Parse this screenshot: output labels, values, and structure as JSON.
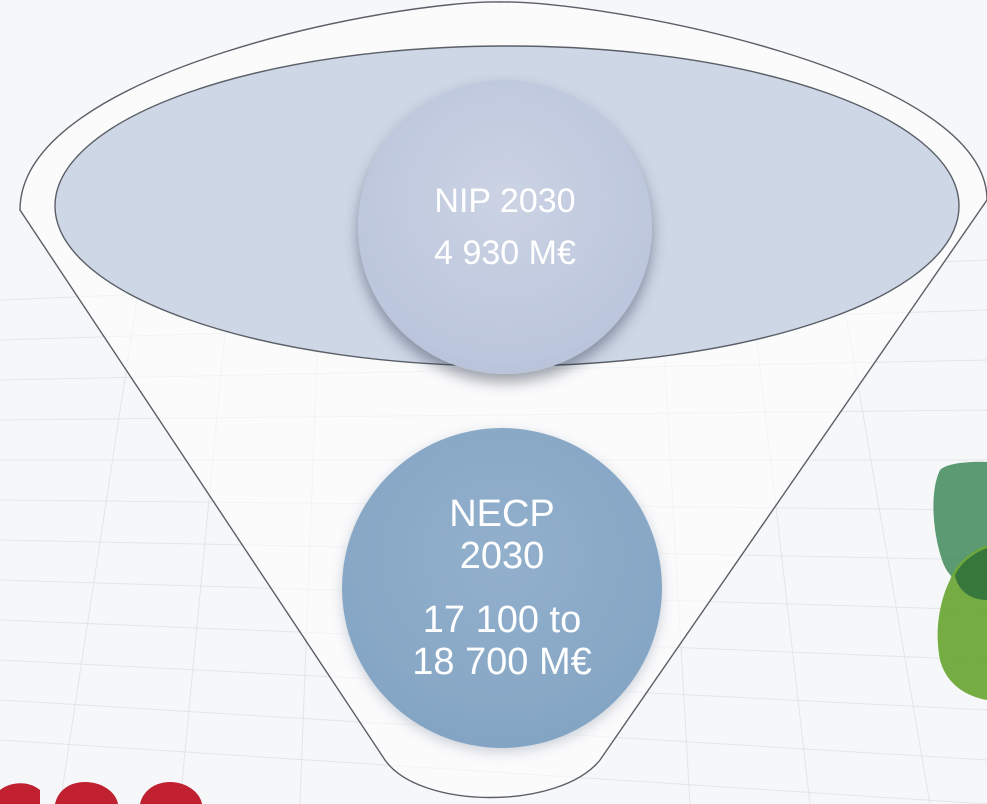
{
  "diagram": {
    "top_circle": {
      "line1": "NIP 2030",
      "line2": "4 930 M€"
    },
    "bottom_circle": {
      "line1": "NECP",
      "line2": "2030",
      "line3": "17 100 to",
      "line4": "18 700 M€"
    }
  },
  "colors": {
    "top_ellipse_fill": "#c9d3e3",
    "top_circle": "#bcc6dc",
    "bottom_circle": "#86a6c5",
    "leaf_green_dark": "#3f8a5a",
    "leaf_green_light": "#6ea83a",
    "logo_red": "#c0202f"
  },
  "icons": [
    "background-grid",
    "green-leaf-logo",
    "red-logo-fragment"
  ]
}
